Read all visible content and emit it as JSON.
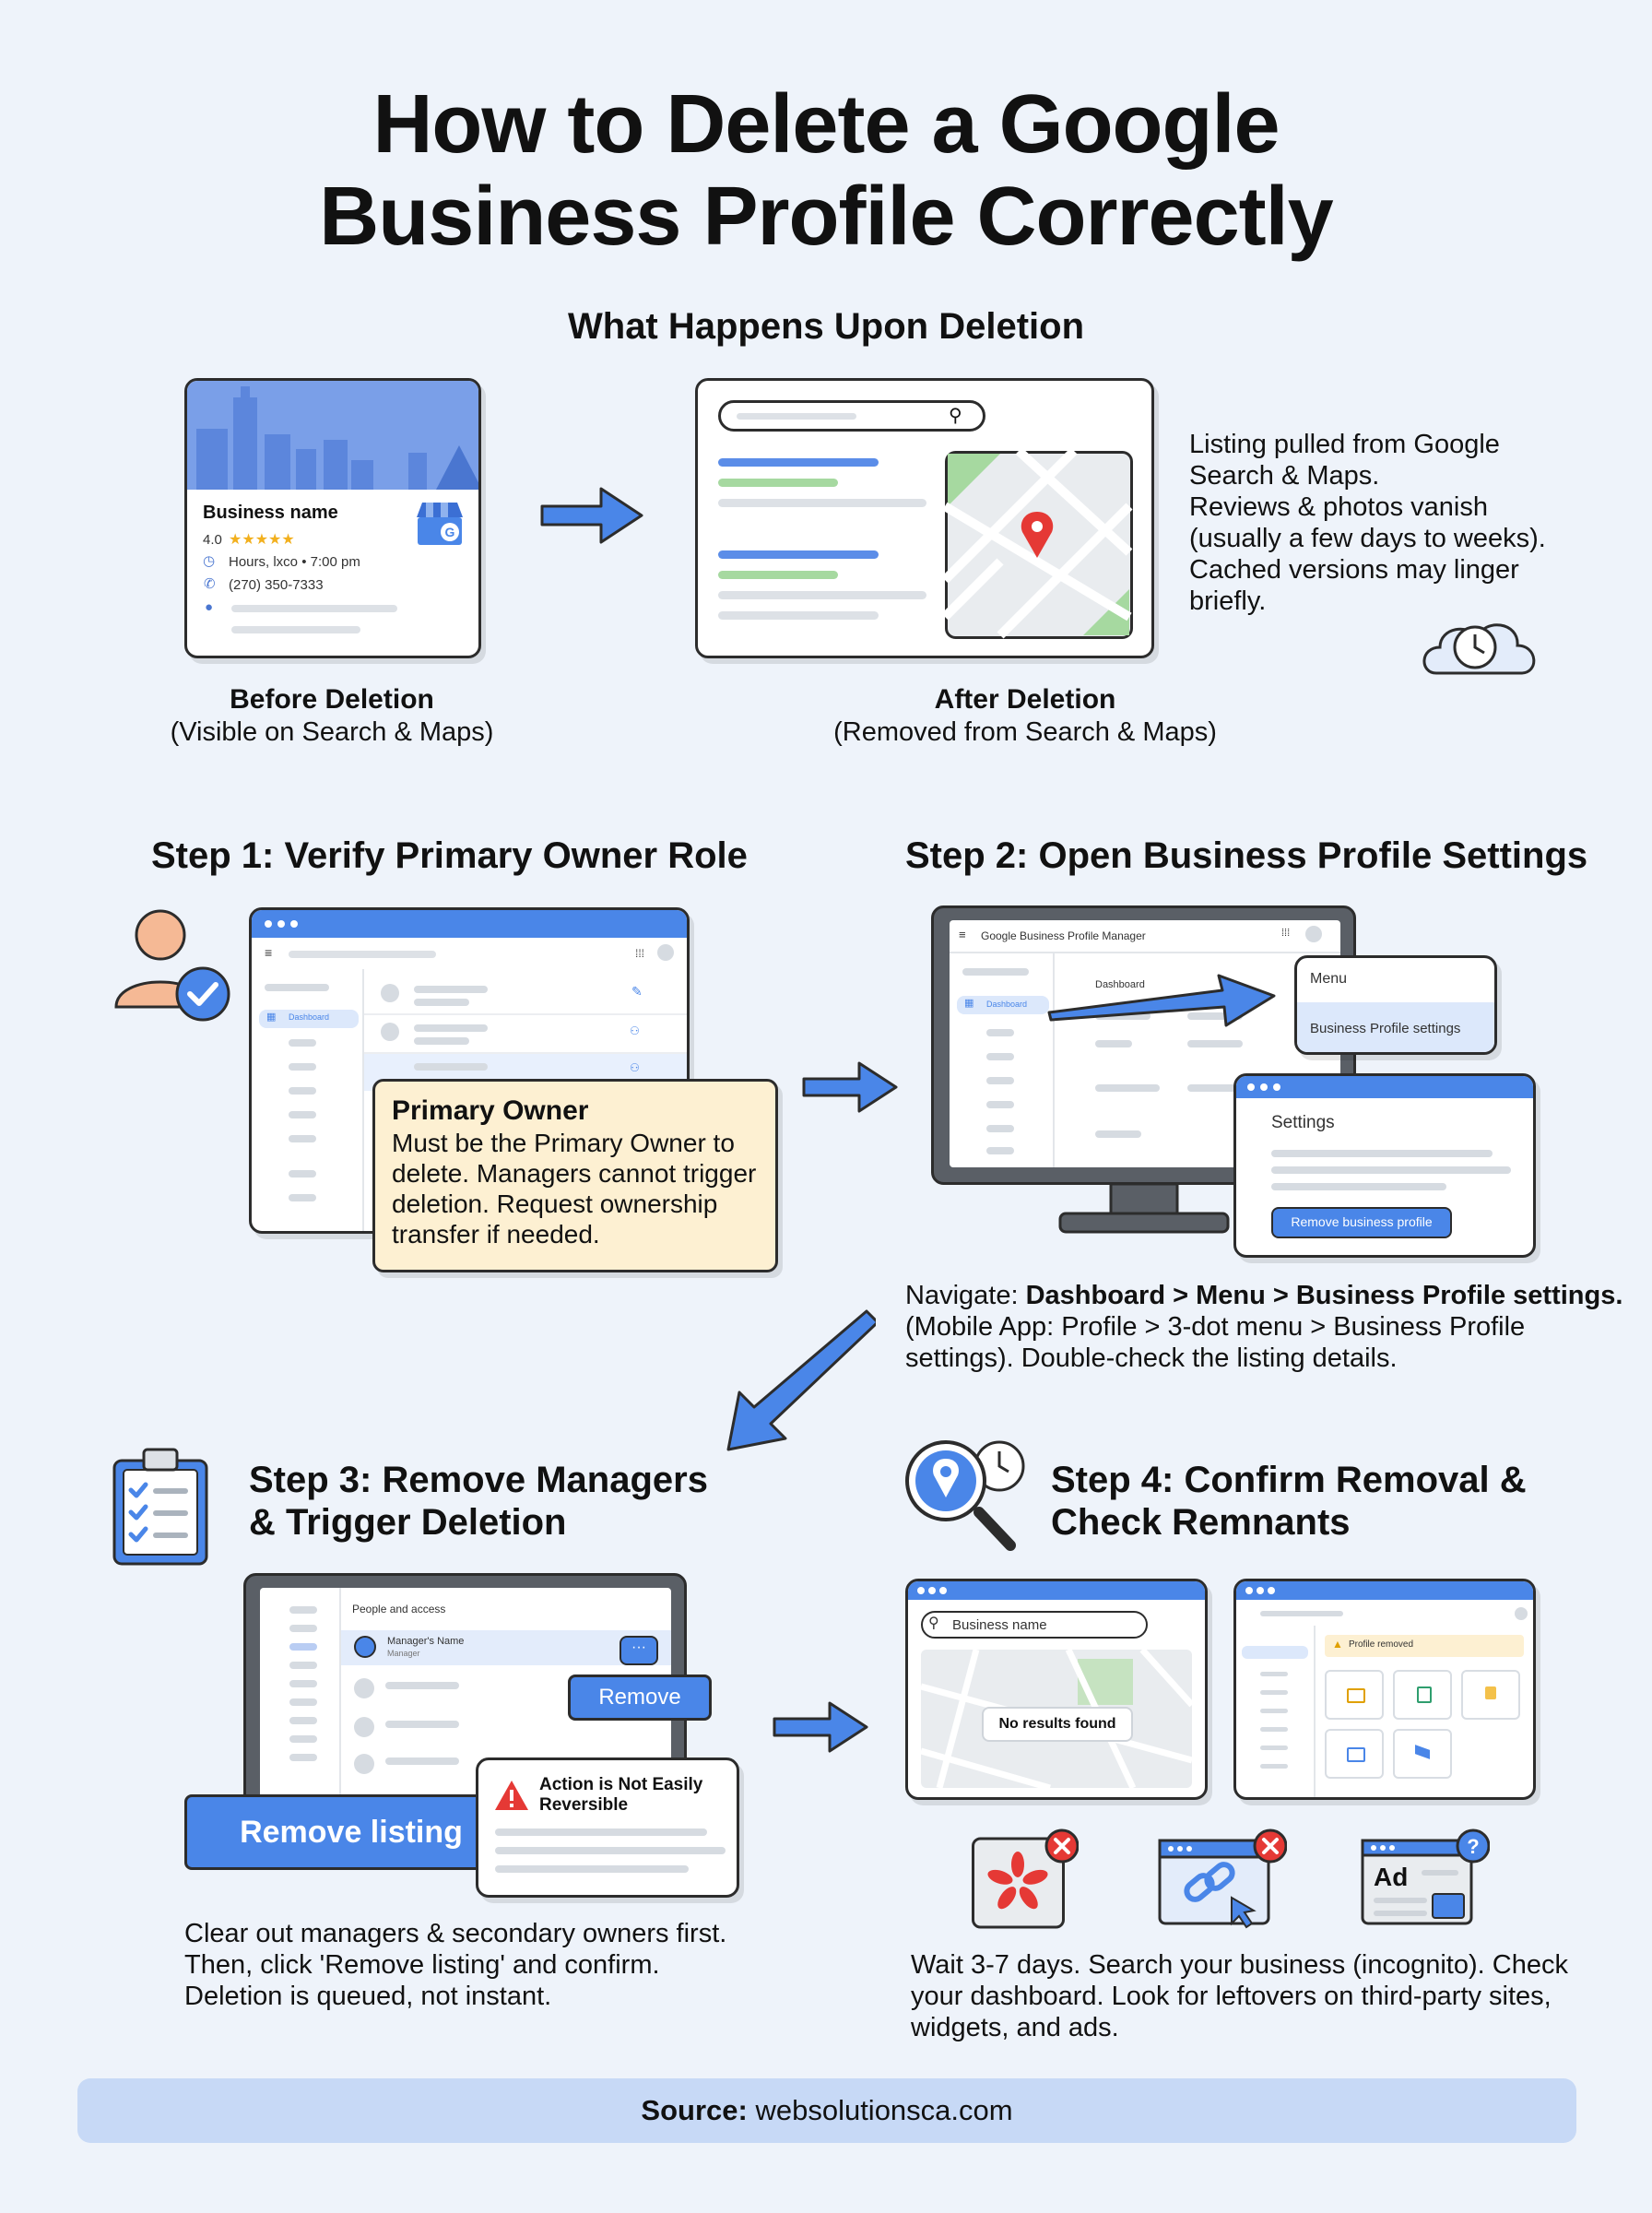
{
  "title_line1": "How to Delete a Google",
  "title_line2": "Business Profile Correctly",
  "section_title": "What Happens Upon Deletion",
  "before_card": {
    "business_name": "Business name",
    "rating": "4.0",
    "stars": "★★★★★",
    "hours": "Hours, lxco • 7:00 pm",
    "phone": "(270) 350-7333",
    "caption_title": "Before Deletion",
    "caption_sub": "(Visible on Search & Maps)"
  },
  "after_card": {
    "caption_title": "After Deletion",
    "caption_sub": "(Removed from Search & Maps)"
  },
  "deletion_note": [
    "Listing pulled from Google",
    "Search & Maps.",
    "Reviews & photos vanish",
    "(usually a few days to weeks).",
    "Cached versions may linger",
    "briefly."
  ],
  "step1": {
    "title": "Step 1: Verify Primary Owner Role",
    "sidebar_active": "Dashboard",
    "tooltip_title": "Primary Owner",
    "tooltip_lines": [
      "Must be the Primary Owner to",
      "delete. Managers cannot trigger",
      "deletion. Request ownership",
      "transfer if needed."
    ]
  },
  "step2": {
    "title": "Step 2: Open Business Profile Settings",
    "app_title": "Google Business Profile Manager",
    "sidebar_active": "Dashboard",
    "panel_heading": "Dashboard",
    "menu_title": "Menu",
    "menu_item": "Business Profile settings",
    "settings_title": "Settings",
    "settings_button": "Remove business profile",
    "nav_prefix": "Navigate: ",
    "nav_path": "Dashboard > Menu > Business Profile settings.",
    "nav_line2": "(Mobile App: Profile > 3-dot menu > Business Profile",
    "nav_line3": "settings). Double-check the listing details."
  },
  "step3": {
    "title_line1": "Step 3: Remove Managers",
    "title_line2": "& Trigger Deletion",
    "people_header": "People and access",
    "manager_name": "Manager's Name",
    "manager_role": "Manager",
    "more_button": "···",
    "remove_button": "Remove",
    "remove_listing_button": "Remove listing",
    "warning_title": "Action is Not Easily Reversible",
    "body_lines": [
      "Clear out managers & secondary owners first.",
      "Then, click 'Remove listing' and confirm.",
      "Deletion is queued, not instant."
    ]
  },
  "step4": {
    "title_line1": "Step 4: Confirm Removal &",
    "title_line2": "Check Remnants",
    "search_value": "Business name",
    "no_results": "No results found",
    "dashboard_notice": "Profile removed",
    "ad_label": "Ad",
    "body_lines": [
      "Wait 3-7 days. Search your business (incognito). Check",
      "your dashboard. Look for leftovers on third-party sites,",
      "widgets, and ads."
    ]
  },
  "footer": {
    "label": "Source:",
    "value": "websolutionsca.com"
  },
  "colors": {
    "accent_blue": "#4a86e8",
    "tooltip_bg": "#fdf0d2",
    "alert_red": "#e53935",
    "footer_bg": "#c7d9f6",
    "page_bg": "#eef3fa"
  }
}
